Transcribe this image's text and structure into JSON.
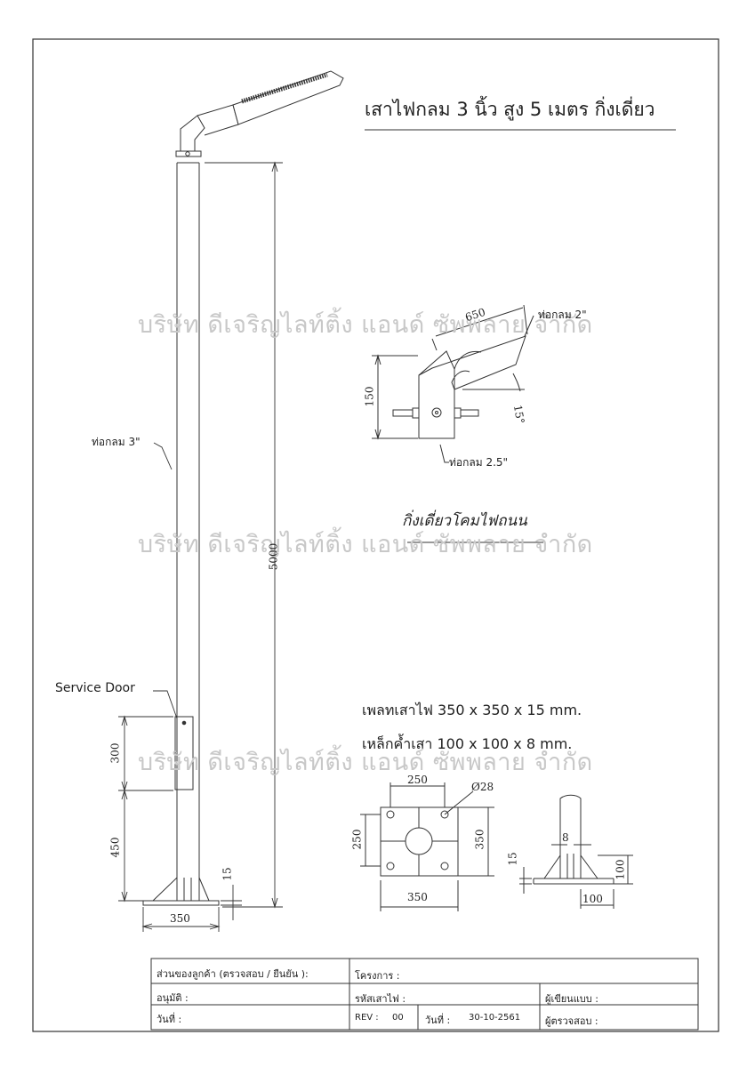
{
  "title": "เสาไฟกลม 3 นิ้ว สูง 5 เมตร  กิ่งเดี่ยว",
  "watermark": "บริษัท  ดีเจริญไลท์ติ้ง แอนด์ ซัพพลาย จำกัด",
  "labels": {
    "pipe_3in": "ท่อกลม 3\"",
    "service_door": "Service Door",
    "pipe_2in": "ท่อกลม 2\"",
    "pipe_2_5in": "ท่อกลม 2.5\"",
    "branch_caption": "กิ่งเดี่ยวโคมไฟถนน",
    "base_plate": "เพลทเสาไฟ  350 x 350 x 15 mm.",
    "gusset": "เหล็กค้ำเสา  100 x 100 x 8 mm."
  },
  "dimensions": {
    "height_total": "5000",
    "door_height": "300",
    "door_offset": "450",
    "plate_thickness": "15",
    "base_width": "350",
    "arm_length": "650",
    "arm_height": "150",
    "arm_angle": "15°",
    "plate_bolt_spacing_top": "250",
    "plate_bolt_spacing_left": "250",
    "plate_side": "350",
    "plate_bottom": "350",
    "hole_dia": "Ø28",
    "gusset_thk": "8",
    "gusset_h": "100",
    "gusset_w": "100",
    "plate_thk_side": "15"
  },
  "title_block": {
    "customer_section": "ส่วนของลูกค้า  (ตรวจสอบ / ยืนยัน ):",
    "approve": "อนุมัติ   :",
    "date_left": "วันที่  :",
    "project": "โครงการ  :",
    "pole_code": "รหัสเสาไฟ  :",
    "rev_label": "REV :",
    "rev_value": "00",
    "date_label": "วันที่  :",
    "date_value": "30-10-2561",
    "drawn_by": "ผู้เขียนแบบ  :",
    "checked_by": "ผู้ตรวจสอบ  :"
  }
}
